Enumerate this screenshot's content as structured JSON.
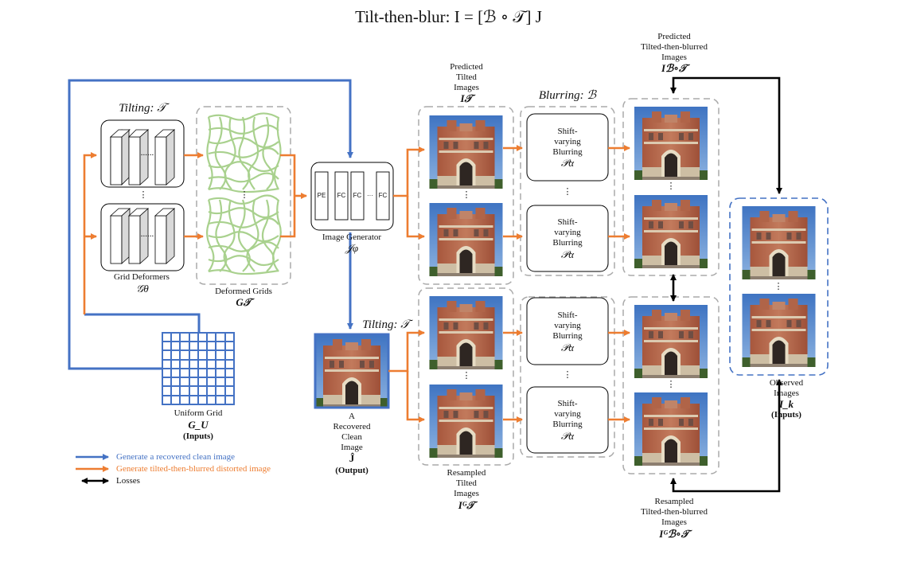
{
  "title": "Tilt-then-blur: I = [ℬ ∘ 𝒯] J",
  "sections": {
    "tilting_top": "Tilting: 𝒯",
    "tilting_mid": "Tilting: 𝒯",
    "blurring": "Blurring: ℬ"
  },
  "grid_deformers": {
    "label": "Grid Deformers",
    "symbol": "𝒢θ",
    "ellipsis": "......",
    "vdots": "⋮"
  },
  "deformed_grids": {
    "label": "Deformed Grids",
    "symbol": "G𝒯",
    "vdots": "⋮"
  },
  "uniform_grid": {
    "label": "Uniform Grid",
    "symbol": "G_U",
    "note": "(Inputs)"
  },
  "image_generator": {
    "label": "Image Generator",
    "symbol": "𝒥φ",
    "blocks": [
      "PE",
      "FC",
      "FC",
      "···",
      "FC"
    ]
  },
  "recovered": {
    "lines": [
      "A",
      "Recovered",
      "Clean",
      "Image"
    ],
    "symbol": "Ĵ",
    "note": "(Output)"
  },
  "predicted_tilted": {
    "lines": [
      "Predicted",
      "Tilted",
      "Images"
    ],
    "symbol": "I𝒯",
    "vdots": "⋮"
  },
  "resampled_tilted": {
    "lines": [
      "Resampled",
      "Tilted",
      "Images"
    ],
    "symbol": "Iᴳ𝒯",
    "vdots": "⋮"
  },
  "blur_box": {
    "lines": [
      "Shift-",
      "varying",
      "Blurring"
    ],
    "symbol": "𝒫α",
    "vdots": "⋮"
  },
  "predicted_ttb": {
    "lines": [
      "Predicted",
      "Tilted-then-blurred",
      "Images"
    ],
    "symbol": "Iℬ∘𝒯",
    "vdots": "⋮"
  },
  "resampled_ttb": {
    "lines": [
      "Resampled",
      "Tilted-then-blurred",
      "Images"
    ],
    "symbol": "Iᴳℬ∘𝒯",
    "vdots": "⋮"
  },
  "observed": {
    "lines": [
      "Observed",
      "Images"
    ],
    "symbol": "I_k",
    "note": "(Inputs)",
    "vdots": "⋮"
  },
  "legend": [
    {
      "label": "Generate a recovered clean image",
      "color": "#4472C4"
    },
    {
      "label": "Generate tilted-then-blurred distorted image",
      "color": "#ED7D31"
    },
    {
      "label": "Losses",
      "color": "#000000"
    }
  ],
  "colors": {
    "blue": "#4472C4",
    "orange": "#ED7D31",
    "green": "#A9D18E",
    "gray": "#AAAAAA",
    "sky": "#4A7EC0",
    "brick": "#B7654A"
  }
}
